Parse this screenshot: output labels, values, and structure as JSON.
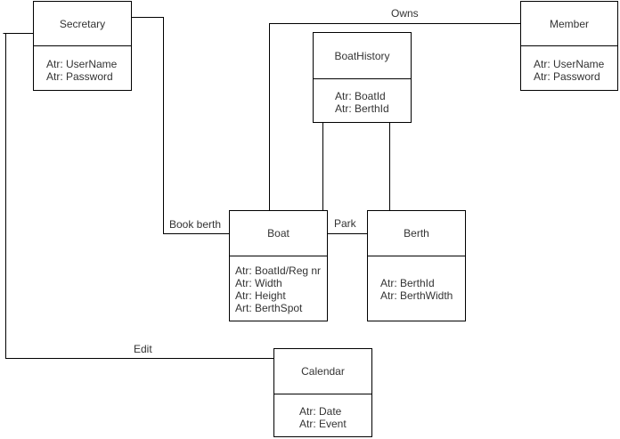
{
  "classes": {
    "secretary": {
      "name": "Secretary",
      "attrs": [
        "Atr: UserName",
        "Atr: Password"
      ]
    },
    "member": {
      "name": "Member",
      "attrs": [
        "Atr: UserName",
        "Atr: Password"
      ]
    },
    "boat_history": {
      "name": "BoatHistory",
      "attrs": [
        "Atr: BoatId",
        "Atr: BerthId"
      ]
    },
    "boat": {
      "name": "Boat",
      "attrs": [
        "Atr: BoatId/Reg nr",
        "Atr: Width",
        "Atr: Height",
        "Art: BerthSpot"
      ]
    },
    "berth": {
      "name": "Berth",
      "attrs": [
        "Atr: BerthId",
        "Atr: BerthWidth"
      ]
    },
    "calendar": {
      "name": "Calendar",
      "attrs": [
        "Atr: Date",
        "Atr: Event"
      ]
    }
  },
  "relations": {
    "owns": "Owns",
    "book_berth": "Book berth",
    "park": "Park",
    "edit": "Edit"
  }
}
